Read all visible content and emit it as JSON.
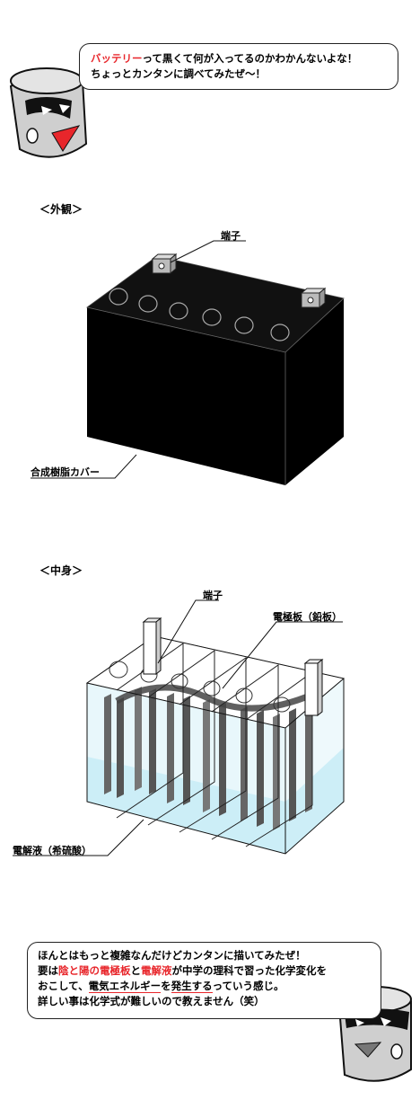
{
  "top_bubble": {
    "line1_red": "バッテリー",
    "line1_rest": "って黒くて何が入ってるのかわかんないよな！",
    "line2": "ちょっとカンタンに調べてみたぜ～！"
  },
  "exterior": {
    "heading": "＜外観＞",
    "terminal_label": "端子",
    "case_label": "合成樹脂カバー"
  },
  "interior": {
    "heading": "＜中身＞",
    "terminal_label": "端子",
    "plate_label": "電極板（鉛板）",
    "electrolyte_label": "電解液（希硫酸）"
  },
  "bottom_bubble": {
    "line1": "ほんとはもっと複雑なんだけどカンタンに描いてみたぜ！",
    "l2_a": "要は",
    "l2_red1": "陰と陽の電極板",
    "l2_b": "と",
    "l2_red2": "電解液",
    "l2_c": "が中学の理科で習った化学変化を",
    "l3_a": "おこして、",
    "l3_u1": "電気エネルギー",
    "l3_b": "を",
    "l3_u2": "発生する",
    "l3_c": "っていう感じ。",
    "line4": "詳しい事は化学式が難しいので教えません（笑）"
  },
  "colors": {
    "accent_red": "#e8262b",
    "liquid": "#cdeef7",
    "case_black": "#000000"
  }
}
